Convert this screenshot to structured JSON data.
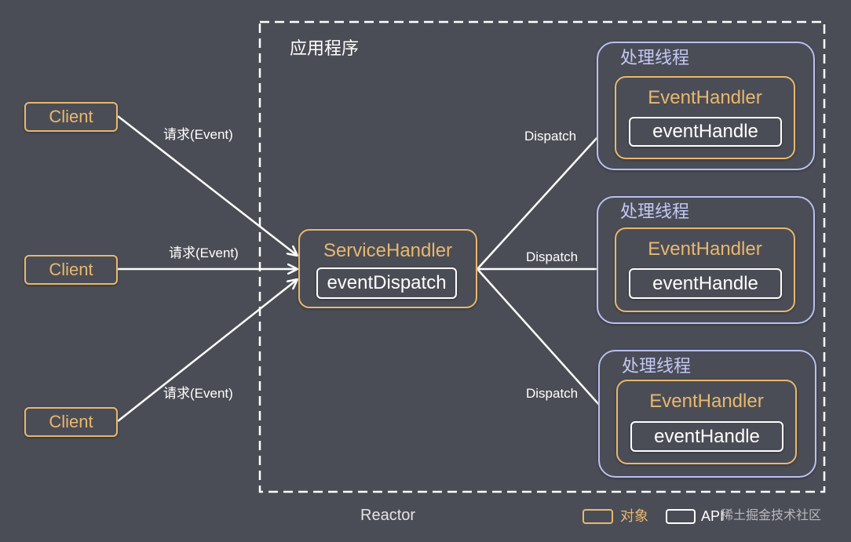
{
  "diagram": {
    "clients": [
      {
        "label": "Client"
      },
      {
        "label": "Client"
      },
      {
        "label": "Client"
      }
    ],
    "request_labels": [
      "请求(Event)",
      "请求(Event)",
      "请求(Event)"
    ],
    "app_label": "应用程序",
    "service_handler": {
      "title": "ServiceHandler",
      "api": "eventDispatch"
    },
    "dispatch_labels": [
      "Dispatch",
      "Dispatch",
      "Dispatch"
    ],
    "threads": [
      {
        "title": "处理线程",
        "handler": "EventHandler",
        "api": "eventHandle"
      },
      {
        "title": "处理线程",
        "handler": "EventHandler",
        "api": "eventHandle"
      },
      {
        "title": "处理线程",
        "handler": "EventHandler",
        "api": "eventHandle"
      }
    ],
    "reactor_label": "Reactor",
    "legend": {
      "object": "对象",
      "api": "API"
    },
    "watermark": "稀土掘金技术社区"
  },
  "colors": {
    "background": "#4b4d56",
    "object": "#e8b86d",
    "api": "#ffffff",
    "thread": "#b9c0f2"
  }
}
